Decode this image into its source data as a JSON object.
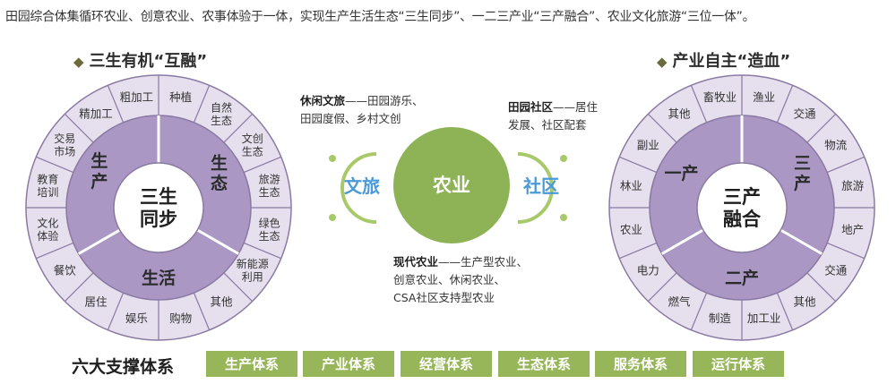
{
  "intro": "田园综合体集循环农业、创意农业、农事体验于一体，实现生产生活生态“三生同步”、一二三产业“三产融合”、农业文化旅游“三位一体”。",
  "left": {
    "title": "三生有机“互融”",
    "center": "三生\n同步",
    "inner": [
      "生\n产",
      "生\n态",
      "生活"
    ],
    "outer": [
      "种植",
      "自然\n生态",
      "文创\n生态",
      "旅游\n生态",
      "绿色\n生态",
      "新能源\n利用",
      "其他",
      "购物",
      "娱乐",
      "居住",
      "餐饮",
      "文化\n体验",
      "教育\n培训",
      "交易\n市场",
      "精加工",
      "粗加工"
    ]
  },
  "right": {
    "title": "产业自主“造血”",
    "center": "三产\n融合",
    "inner": [
      "一产",
      "三\n产",
      "二产"
    ],
    "outer": [
      "渔业",
      "交通",
      "物流",
      "旅游",
      "地产",
      "交通",
      "其他",
      "加工业",
      "制造",
      "燃气",
      "电力",
      "农业",
      "林业",
      "副业",
      "其他",
      "畜牧业"
    ]
  },
  "middle": {
    "center": "农业",
    "left_circle": "文旅",
    "right_circle": "社区",
    "desc_culture_title": "休闲文旅",
    "desc_culture_text": "——田园游乐、\n田园度假、乡村文创",
    "desc_community_title": "田园社区",
    "desc_community_text": "——居住\n发展、社区配套",
    "desc_agri_title": "现代农业",
    "desc_agri_text": "——生产型农业、\n创意农业、休闲农业、\nCSA社区支持型农业"
  },
  "support": {
    "label": "六大支撑体系",
    "items": [
      "生产体系",
      "产业体系",
      "经营体系",
      "生态体系",
      "服务体系",
      "运行体系"
    ]
  },
  "colors": {
    "outer_ring": "#e6dfed",
    "inner_ring": "#ab97c4",
    "stroke": "#8a7aa3",
    "green_big": "#8db356",
    "green_light": "#a8c96a",
    "blue_text": "#4b9ad8",
    "button_green": "#97b65a"
  }
}
